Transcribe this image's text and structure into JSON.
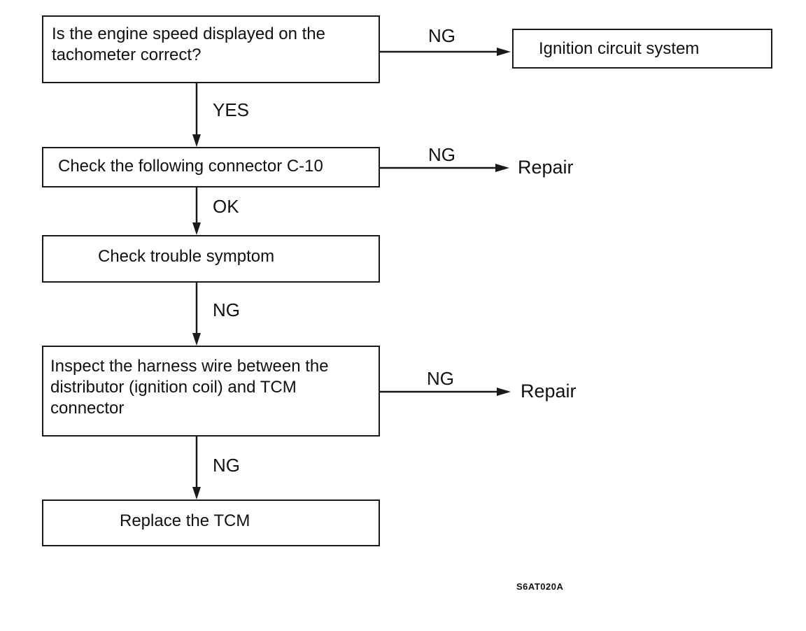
{
  "steps": {
    "tach_check": "Is the engine speed displayed on the\ntachometer correct?",
    "connector_check": "Check the following connector C-10",
    "symptom_check": "Check trouble symptom",
    "harness_inspect": "Inspect the harness wire between the\ndistributor (ignition coil) and TCM\nconnector",
    "replace_tcm": "Replace the TCM"
  },
  "outcomes": {
    "ignition_circuit": "Ignition circuit system",
    "repair_1": "Repair",
    "repair_2": "Repair"
  },
  "branch_labels": {
    "tach_ng": "NG",
    "tach_yes": "YES",
    "connector_ng": "NG",
    "connector_ok": "OK",
    "symptom_ng": "NG",
    "harness_ng_right": "NG",
    "harness_ng_down": "NG"
  },
  "figure_code": "S6AT020A"
}
